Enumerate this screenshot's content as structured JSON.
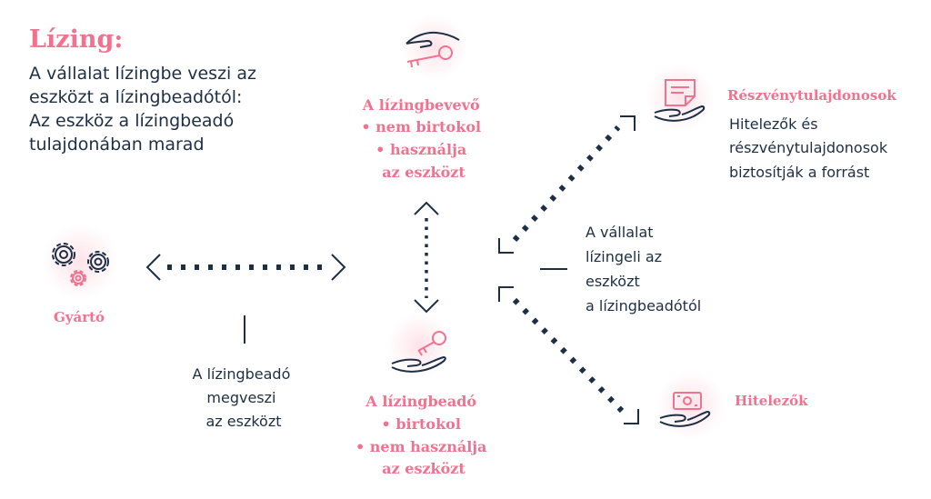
{
  "title": "Lízing:",
  "intro": [
    "A vállalat lízingbe veszi az",
    "eszközt a lízingbeadótól:",
    "Az eszköz a lízingbeadó",
    "tulajdonában marad"
  ],
  "lessee": {
    "lines": [
      "A lízingbevevő",
      "• nem birtokol",
      "• használja",
      "az eszközt"
    ],
    "icon": "hand-key-icon"
  },
  "lessor": {
    "lines": [
      "A lízingbeadó",
      "• birtokol",
      "• nem használja",
      "az eszközt"
    ],
    "icon": "hand-key-icon"
  },
  "manufacturer": {
    "label": "Gyártó",
    "icon": "gears-icon"
  },
  "manufacturer_note": [
    "A lízingbeadó",
    "megveszi",
    "az eszközt"
  ],
  "center_note": [
    "A vállalat",
    "lízingeli az",
    "eszközt",
    "a lízingbeadótól"
  ],
  "shareholders": {
    "label": "Részvénytulajdonosok",
    "icon": "hand-document-icon",
    "note": [
      "Hitelezők és",
      "részvénytulajdonosok",
      "biztosítják a forrást"
    ]
  },
  "creditors": {
    "label": "Hitelezők",
    "icon": "hand-money-icon"
  },
  "colors": {
    "accent": "#f0728f",
    "navy": "#1d2f45",
    "glow": "#fde3e9"
  }
}
